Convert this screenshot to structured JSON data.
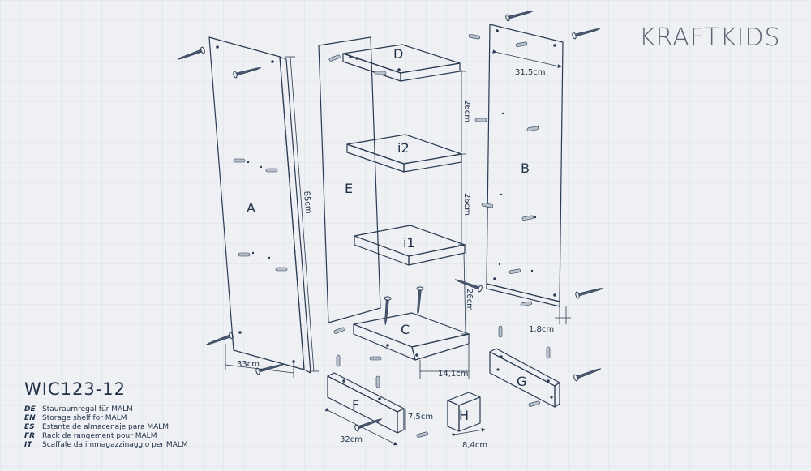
{
  "brand": {
    "logo": "KRAFTKIDS"
  },
  "product": {
    "code": "WIC123-12",
    "translations": [
      {
        "lang": "DE",
        "text": "Stauraumregal für MALM"
      },
      {
        "lang": "EN",
        "text": "Storage shelf for MALM"
      },
      {
        "lang": "ES",
        "text": "Estante de almacenaje para MALM"
      },
      {
        "lang": "FR",
        "text": "Rack de rangement pour MALM"
      },
      {
        "lang": "IT",
        "text": "Scaffale da immagazzinaggio per MALM"
      }
    ]
  },
  "parts": {
    "A": "A",
    "B": "B",
    "C": "C",
    "D": "D",
    "E": "E",
    "F": "F",
    "G": "G",
    "H": "H",
    "i1": "i1",
    "i2": "i2"
  },
  "dimensions": {
    "side_height": "85cm",
    "side_width": "33cm",
    "back_width": "31,5cm",
    "thickness": "1,8cm",
    "gap1": "26cm",
    "gap2": "26cm",
    "gap3": "26cm",
    "shelf_depth": "14,1cm",
    "foot_length": "32cm",
    "foot_height": "7,5cm",
    "block_size": "8,4cm"
  }
}
